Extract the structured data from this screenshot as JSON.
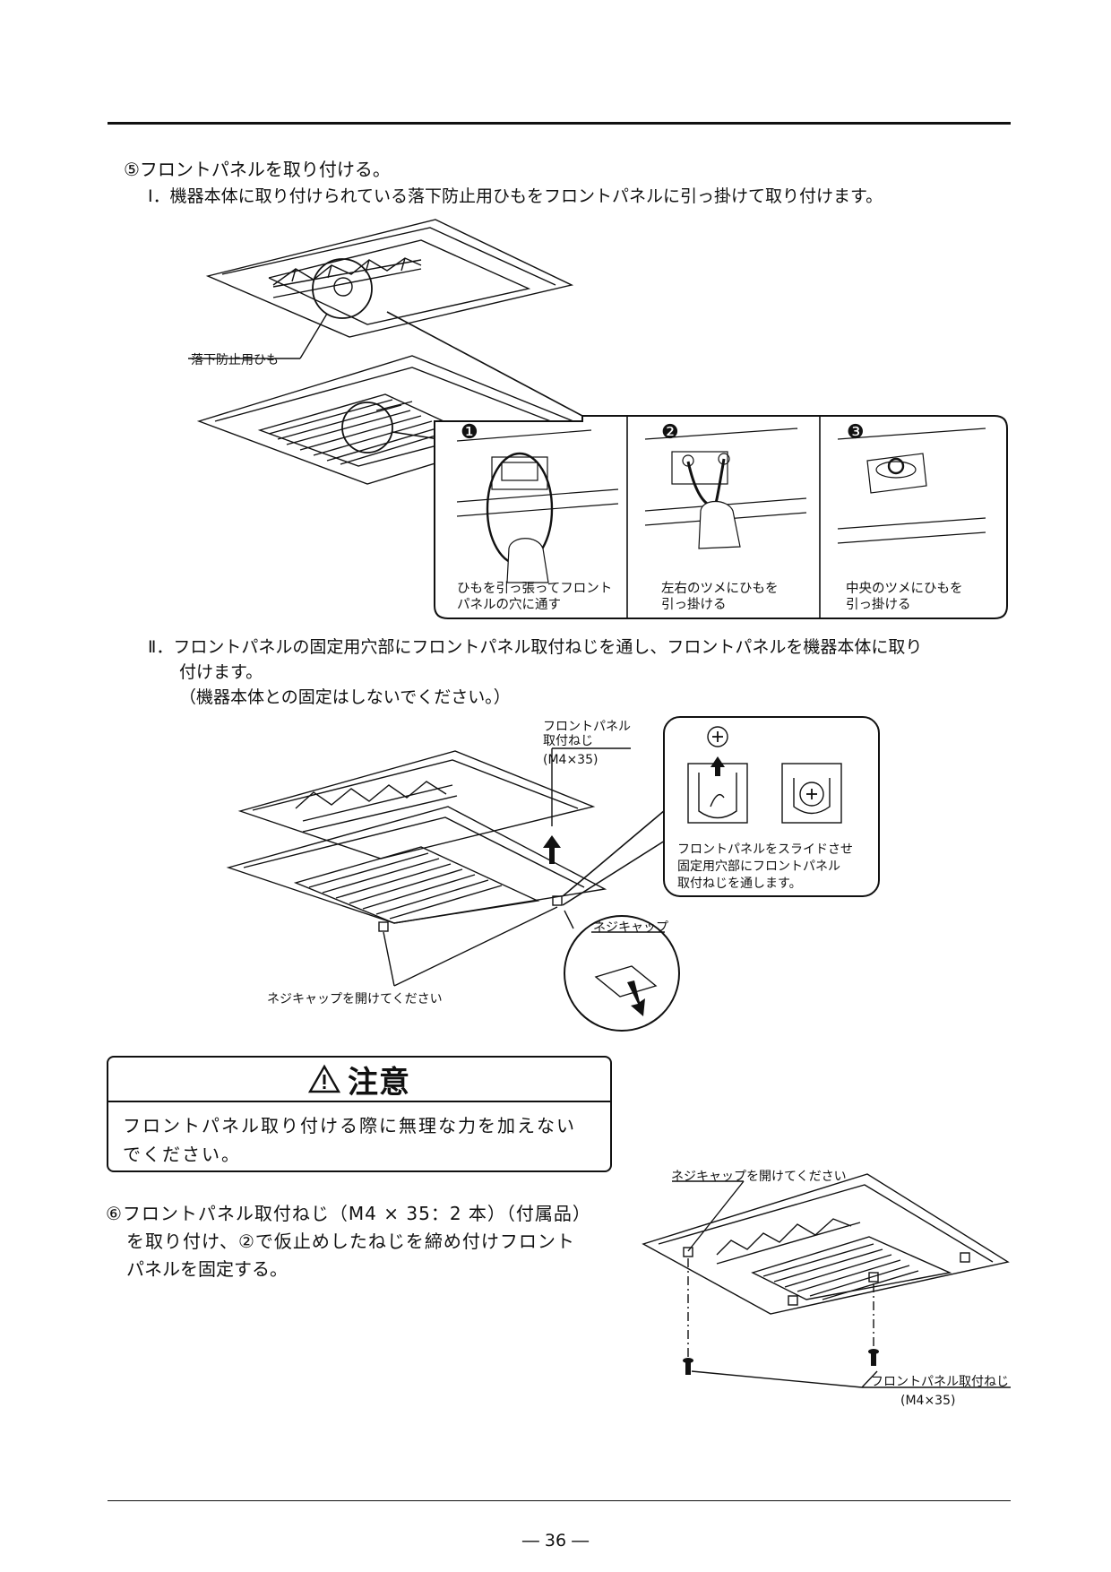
{
  "step5": {
    "title": "⑤フロントパネルを取り付ける。",
    "sub1": "Ⅰ．機器本体に取り付けられている落下防止用ひもをフロントパネルに引っ掛けて取り付けます。",
    "fall_cord_label": "落下防止用ひも",
    "panels": [
      {
        "num": "❶",
        "caption_1": "ひもを引っ張ってフロント",
        "caption_2": "パネルの穴に通す"
      },
      {
        "num": "❷",
        "caption_1": "左右のツメにひもを",
        "caption_2": "引っ掛ける"
      },
      {
        "num": "❸",
        "caption_1": "中央のツメにひもを",
        "caption_2": "引っ掛ける"
      }
    ],
    "sub2_line1": "Ⅱ．フロントパネルの固定用穴部にフロントパネル取付ねじを通し、フロントパネルを機器本体に取り",
    "sub2_line2": "付けます。",
    "sub2_line3": "（機器本体との固定はしないでください。）",
    "screw_label_1": "フロントパネル",
    "screw_label_2": "取付ねじ",
    "screw_label_3": "(M4×35)",
    "slide_caption_1": "フロントパネルをスライドさせ",
    "slide_caption_2": "固定用穴部にフロントパネル",
    "slide_caption_3": "取付ねじを通します。",
    "screw_cap_label": "ネジキャップ",
    "open_cap_label": "ネジキャップを開けてください"
  },
  "caution": {
    "title": "注意",
    "line1": "フロントパネル取り付ける際に無理な力を加えない",
    "line2": "でください。"
  },
  "step6": {
    "line1": "⑥フロントパネル取付ねじ（M4 × 35：2 本）（付属品）",
    "line2": "を取り付け、②で仮止めしたねじを締め付けフロント",
    "line3": "パネルを固定する。",
    "open_cap_label": "ネジキャップを開けてください",
    "screw_label": "フロントパネル取付ねじ",
    "screw_spec": "(M4×35)"
  },
  "page_number": "― 36 ―"
}
